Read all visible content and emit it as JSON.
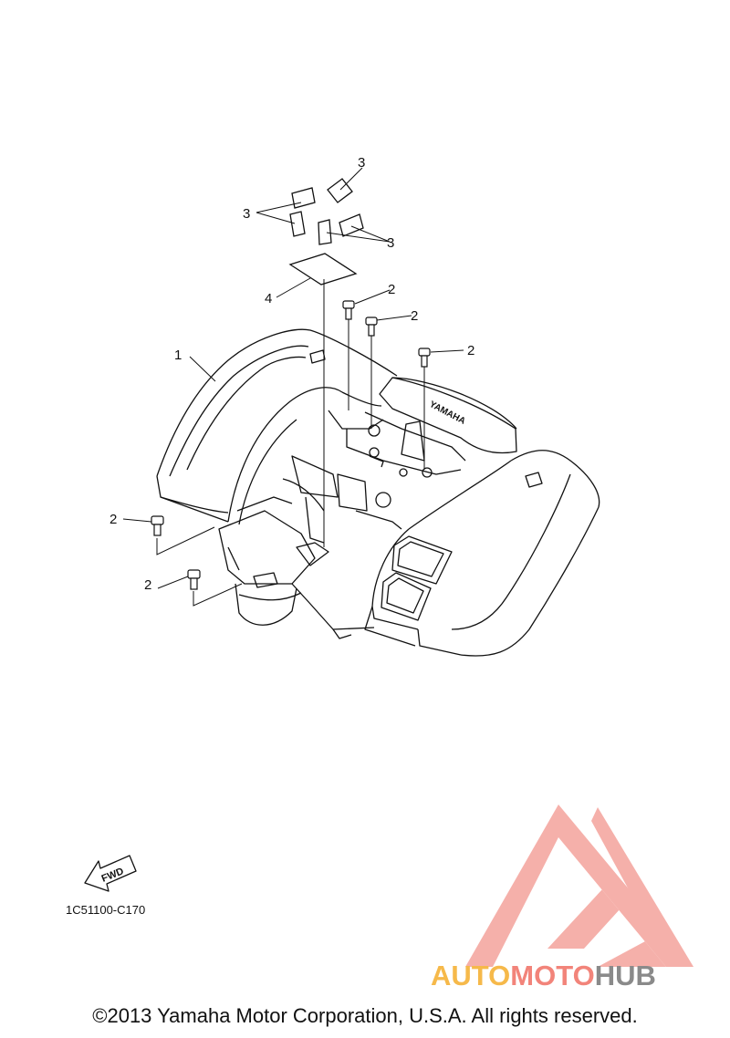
{
  "callouts": [
    {
      "id": "c1",
      "text": "1"
    },
    {
      "id": "c2a",
      "text": "2"
    },
    {
      "id": "c2b",
      "text": "2"
    },
    {
      "id": "c2c",
      "text": "2"
    },
    {
      "id": "c2d",
      "text": "2"
    },
    {
      "id": "c2e",
      "text": "2"
    },
    {
      "id": "c3a",
      "text": "3"
    },
    {
      "id": "c3b",
      "text": "3"
    },
    {
      "id": "c3c",
      "text": "3"
    },
    {
      "id": "c4",
      "text": "4"
    }
  ],
  "fwd_arrow": {
    "text": "FWD"
  },
  "fender_logo": {
    "text": "YAMAHA"
  },
  "diagram_code": "1C51100-C170",
  "watermark": {
    "part1": "AUTO",
    "part2": "MOTO",
    "part3": "HUB",
    "colors": {
      "auto": "#f6b94a",
      "moto": "#f2847a",
      "hub": "#8a8a8a",
      "triangle": "#f4a39c"
    }
  },
  "copyright": "©2013 Yamaha Motor Corporation, U.S.A. All rights reserved."
}
